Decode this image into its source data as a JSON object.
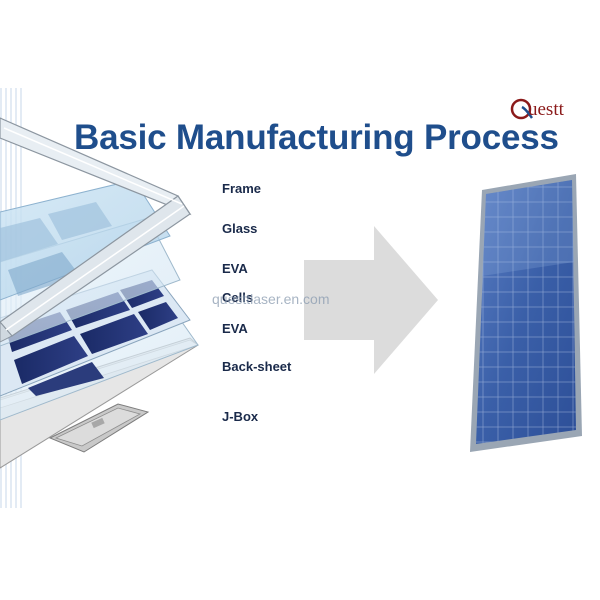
{
  "slide": {
    "title": "Basic Manufacturing Process",
    "logo_text": "uestt",
    "watermark": "questtlaser.en.com"
  },
  "layers": [
    {
      "label": "Frame"
    },
    {
      "label": "Glass"
    },
    {
      "label": "EVA"
    },
    {
      "label": "Cells"
    },
    {
      "label": "EVA"
    },
    {
      "label": "Back-sheet"
    },
    {
      "label": "J-Box"
    }
  ],
  "colors": {
    "title": "#1f4e8c",
    "logo": "#8b1a1a",
    "arrow": "#d6d6d6",
    "cell_dark": "#1c2d6e",
    "panel_blue": "#3a5fa8"
  },
  "icons": {
    "logo": "questt-q-logo",
    "arrow": "right-arrow-icon"
  }
}
